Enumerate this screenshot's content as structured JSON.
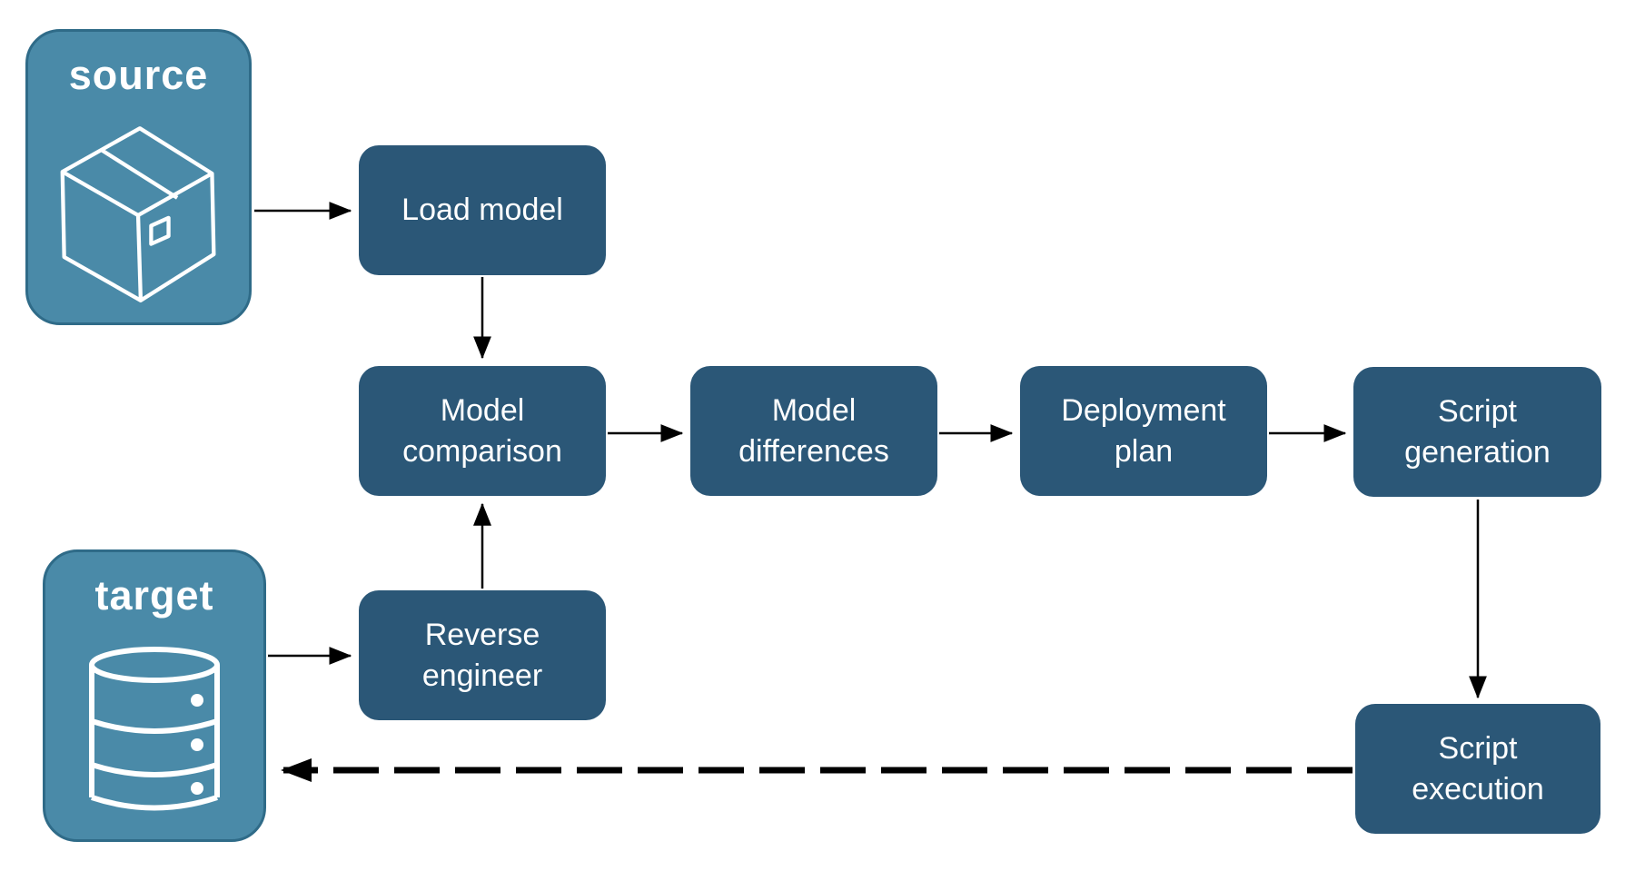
{
  "diagram": {
    "colors": {
      "process_box_fill": "#2b5777",
      "endpoint_box_fill": "#4a8aa8",
      "endpoint_box_border": "#2f6b88",
      "text": "#ffffff",
      "arrow": "#000000",
      "background": "#ffffff"
    },
    "nodes": {
      "source": {
        "label": "source",
        "icon": "package-icon"
      },
      "target": {
        "label": "target",
        "icon": "database-icon"
      },
      "load_model": {
        "label": "Load model"
      },
      "model_comparison": {
        "label": "Model comparison"
      },
      "model_differences": {
        "label": "Model differences"
      },
      "deployment_plan": {
        "label": "Deployment plan"
      },
      "script_generation": {
        "label": "Script generation"
      },
      "reverse_engineer": {
        "label": "Reverse engineer"
      },
      "script_execution": {
        "label": "Script execution"
      }
    },
    "edges": [
      {
        "from": "source",
        "to": "load_model",
        "style": "solid"
      },
      {
        "from": "load_model",
        "to": "model_comparison",
        "style": "solid"
      },
      {
        "from": "model_comparison",
        "to": "model_differences",
        "style": "solid"
      },
      {
        "from": "model_differences",
        "to": "deployment_plan",
        "style": "solid"
      },
      {
        "from": "deployment_plan",
        "to": "script_generation",
        "style": "solid"
      },
      {
        "from": "target",
        "to": "reverse_engineer",
        "style": "solid"
      },
      {
        "from": "reverse_engineer",
        "to": "model_comparison",
        "style": "solid"
      },
      {
        "from": "script_generation",
        "to": "script_execution",
        "style": "solid"
      },
      {
        "from": "script_execution",
        "to": "target",
        "style": "dashed"
      }
    ]
  }
}
